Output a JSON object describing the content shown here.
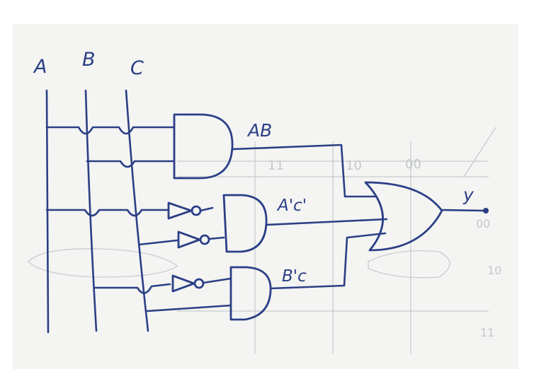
{
  "inputs": {
    "a": "A",
    "b": "B",
    "c": "C"
  },
  "gates": {
    "and1_output": "AB",
    "and2_output": "A'c'",
    "and3_output": "B'c"
  },
  "output": {
    "label": "y"
  },
  "background_marks": {
    "col1": "11",
    "col2": "10",
    "col3": "00",
    "row1": "00",
    "row2": "10",
    "row3": "11"
  },
  "colors": {
    "ink": "#2b3f86",
    "paper": "#f4f4f2",
    "faint_pencil": "#c8ccd0"
  },
  "icons": {
    "and_gate": "and-gate-icon",
    "or_gate": "or-gate-icon",
    "not_gate": "not-gate-icon"
  }
}
